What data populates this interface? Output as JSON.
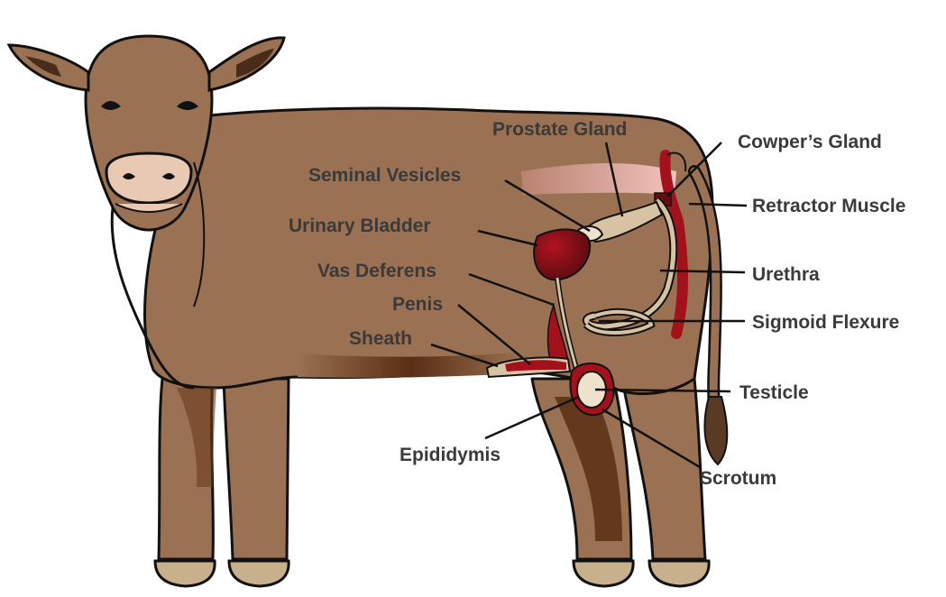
{
  "labels": {
    "prostate_gland": "Prostate Gland",
    "cowpers_gland": "Cowper’s Gland",
    "seminal_vesicles": "Seminal Vesicles",
    "retractor_muscle": "Retractor Muscle",
    "urinary_bladder": "Urinary Bladder",
    "vas_deferens": "Vas Deferens",
    "urethra": "Urethra",
    "penis": "Penis",
    "sigmoid_flexure": "Sigmoid Flexure",
    "sheath": "Sheath",
    "testicle": "Testicle",
    "epididymis": "Epididymis",
    "scrotum": "Scrotum"
  },
  "colors": {
    "hide": "#9a7152",
    "outline": "#111111",
    "muzzle": "#e9c9b4",
    "hoof": "#c9b08c",
    "organ_red": "#a3121c",
    "organ_dark": "#6a0c12",
    "gland_tan": "#d7c3a3",
    "muscle_pink": "#e8a9a4",
    "label_text": "#3a3a3a"
  }
}
